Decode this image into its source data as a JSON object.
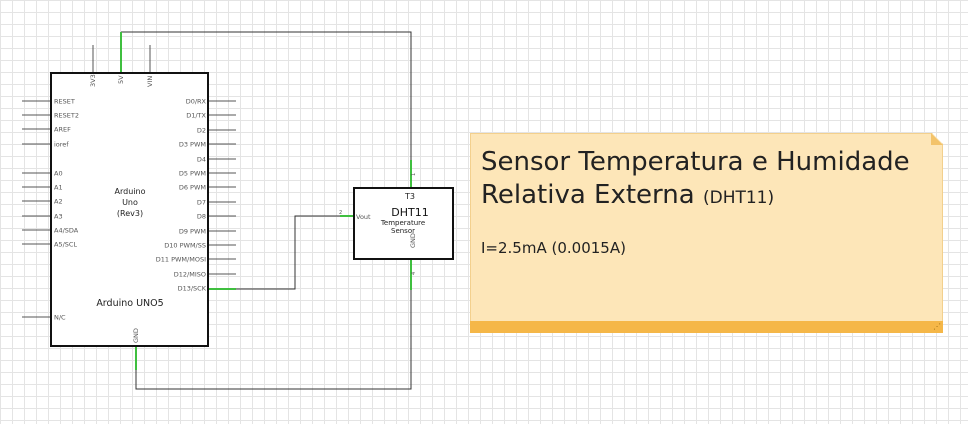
{
  "arduino": {
    "part_name": "Arduino",
    "part_model": "Uno",
    "part_rev": "(Rev3)",
    "label": "Arduino UNO5",
    "top_pins": [
      "3V3",
      "5V",
      "VIN"
    ],
    "bottom_pins": [
      "GND"
    ],
    "left_pins": [
      "RESET",
      "RESET2",
      "AREF",
      "ioref",
      "A0",
      "A1",
      "A2",
      "A3",
      "A4/SDA",
      "A5/SCL",
      "N/C"
    ],
    "right_pins": [
      "D0/RX",
      "D1/TX",
      "D2",
      "D3 PWM",
      "D4",
      "D5 PWM",
      "D6 PWM",
      "D7",
      "D8",
      "D9 PWM",
      "D10 PWM/SS",
      "D11 PWM/MOSI",
      "D12/MISO",
      "D13/SCK"
    ]
  },
  "sensor": {
    "ref": "T3",
    "name": "DHT11",
    "desc_line1": "Temperature",
    "desc_line2": "Sensor",
    "pin_vout": "Vout",
    "pin_vout_num": "2",
    "pin_gnd": "GND",
    "pin_gnd_num": "4",
    "pin_vcc_num": "1"
  },
  "note": {
    "title": "Sensor Temperatura e Humidade Relativa Externa",
    "part": "(DHT11)",
    "body": "I=2.5mA (0.0015A)"
  }
}
